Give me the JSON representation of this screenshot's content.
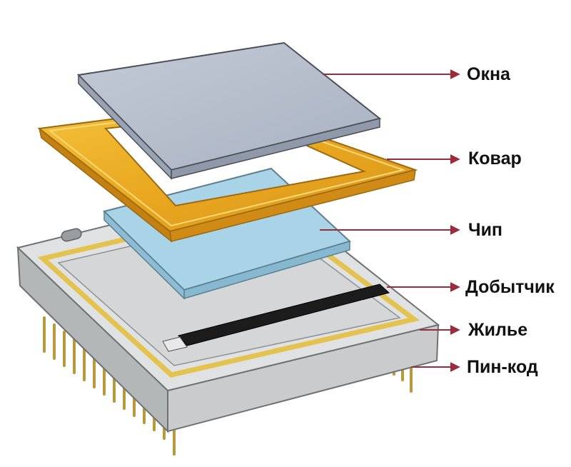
{
  "labels": {
    "window": "Окна",
    "kovar": "Ковар",
    "chip": "Чип",
    "getter": "Добытчик",
    "housing": "Жилье",
    "pin": "Пин-код"
  },
  "colors": {
    "arrow": "#9b2d3a",
    "window": "#b3bccb",
    "kovar": "#eaaa22",
    "chip": "#a9d3e6",
    "housing": "#c9cbcc",
    "getter": "#1c1c1c",
    "pins": "#b89a3c"
  }
}
